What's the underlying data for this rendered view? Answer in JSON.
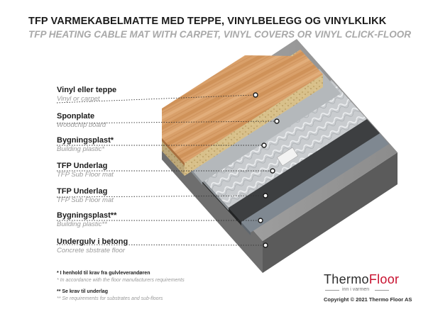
{
  "title": {
    "norwegian": "TFP VARMEKABELMATTE MED TEPPE, VINYLBELEGG OG VINYLKLIKK",
    "english": "TFP HEATING CABLE MAT WITH CARPET, VINYL COVERS OR VINYL CLICK-FLOOR"
  },
  "layers": [
    {
      "no": "Vinyl eller teppe",
      "en": "Vinyl or carpet"
    },
    {
      "no": "Sponplate",
      "en": "Woodchip board"
    },
    {
      "no": "Bygningsplast*",
      "en": "Building plastic*"
    },
    {
      "no": "TFP Underlag",
      "en": "TFP Sub Floor mat"
    },
    {
      "no": "TFP Underlag",
      "en": "TFP Sub Floor mat"
    },
    {
      "no": "Bygningsplast**",
      "en": "Building plastic**"
    },
    {
      "no": "Undergulv i betong",
      "en": "Concrete sbstrate floor"
    }
  ],
  "notes": [
    {
      "no": "* I henhold til krav fra gulvleverandøren",
      "en": "* In accordance with the floor manufacturers requirements"
    },
    {
      "no": "** Se krav til underlag",
      "en": "** Se requirements for substrates and sub-floors"
    }
  ],
  "brand": {
    "name_part1": "Thermo",
    "name_part2": "Floor",
    "tagline": "inn i varmen",
    "copyright": "Copyright © 2021 Thermo Floor AS",
    "color_dark": "#2c2c2c",
    "color_red": "#c8102e"
  },
  "colors": {
    "wood_floor": "#d9a06a",
    "woodchip_board": "#d8c08a",
    "foil_mat": "#c9cccf",
    "dark_mat": "#3d3f41",
    "building_plastic": "#7f8891",
    "concrete": "#8f8f8f"
  }
}
